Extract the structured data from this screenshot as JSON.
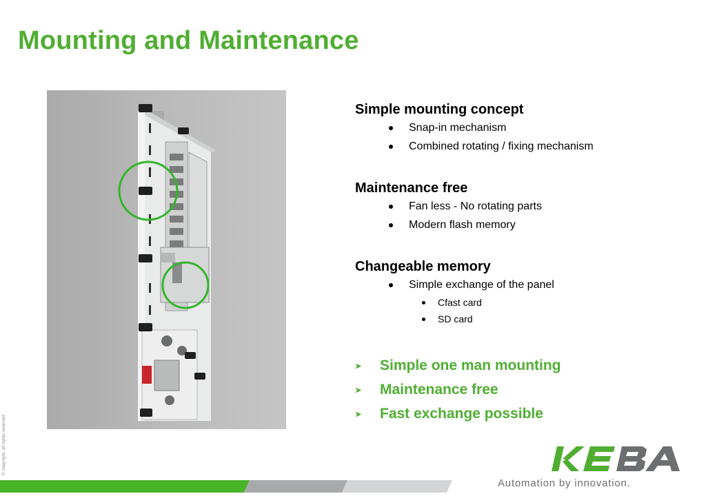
{
  "slide": {
    "title": "Mounting and Maintenance",
    "copyright": "© copyright, all rights reserved"
  },
  "sections": [
    {
      "heading": "Simple mounting concept",
      "bullets": [
        "Snap-in mechanism",
        "Combined rotating / fixing mechanism"
      ]
    },
    {
      "heading": "Maintenance free",
      "bullets": [
        "Fan less - No rotating parts",
        "Modern flash memory"
      ]
    },
    {
      "heading": "Changeable memory",
      "bullets": [
        "Simple exchange of the panel"
      ],
      "sub_bullets": [
        "Cfast card",
        "SD card"
      ]
    }
  ],
  "summary": [
    "Simple one man mounting",
    "Maintenance free",
    "Fast exchange possible"
  ],
  "brand": {
    "logo": "KEBA",
    "tagline": "Automation by innovation.",
    "green": "#4fae32",
    "gray": "#6d6e70"
  }
}
